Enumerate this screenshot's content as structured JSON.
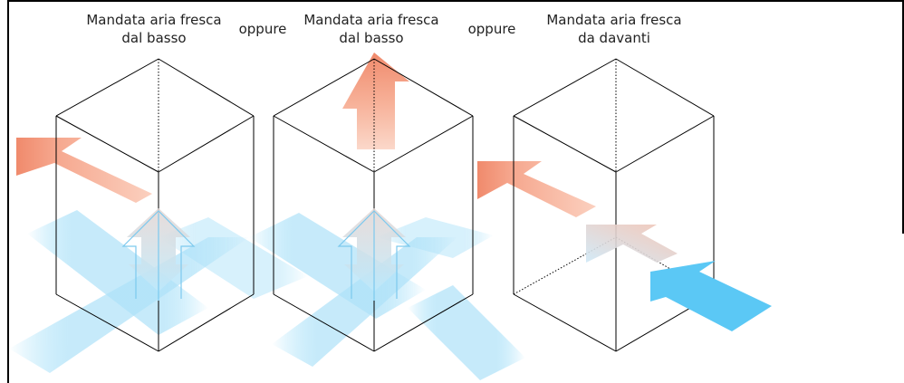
{
  "panels": [
    {
      "title_line1": "Mandata aria fresca",
      "title_line2": "dal basso"
    },
    {
      "title_line1": "Mandata aria fresca",
      "title_line2": "dal basso"
    },
    {
      "title_line1": "Mandata aria fresca",
      "title_line2": "da davanti"
    }
  ],
  "separators": [
    "oppure",
    "oppure"
  ],
  "colors": {
    "warm_air": "#f08a6c",
    "warm_air_light": "#fbd0bf",
    "fresh_air": "#5bc8f5",
    "fresh_air_light": "#cfeefc",
    "mixed_air": "#ddd3d2",
    "edge": "#000000"
  }
}
